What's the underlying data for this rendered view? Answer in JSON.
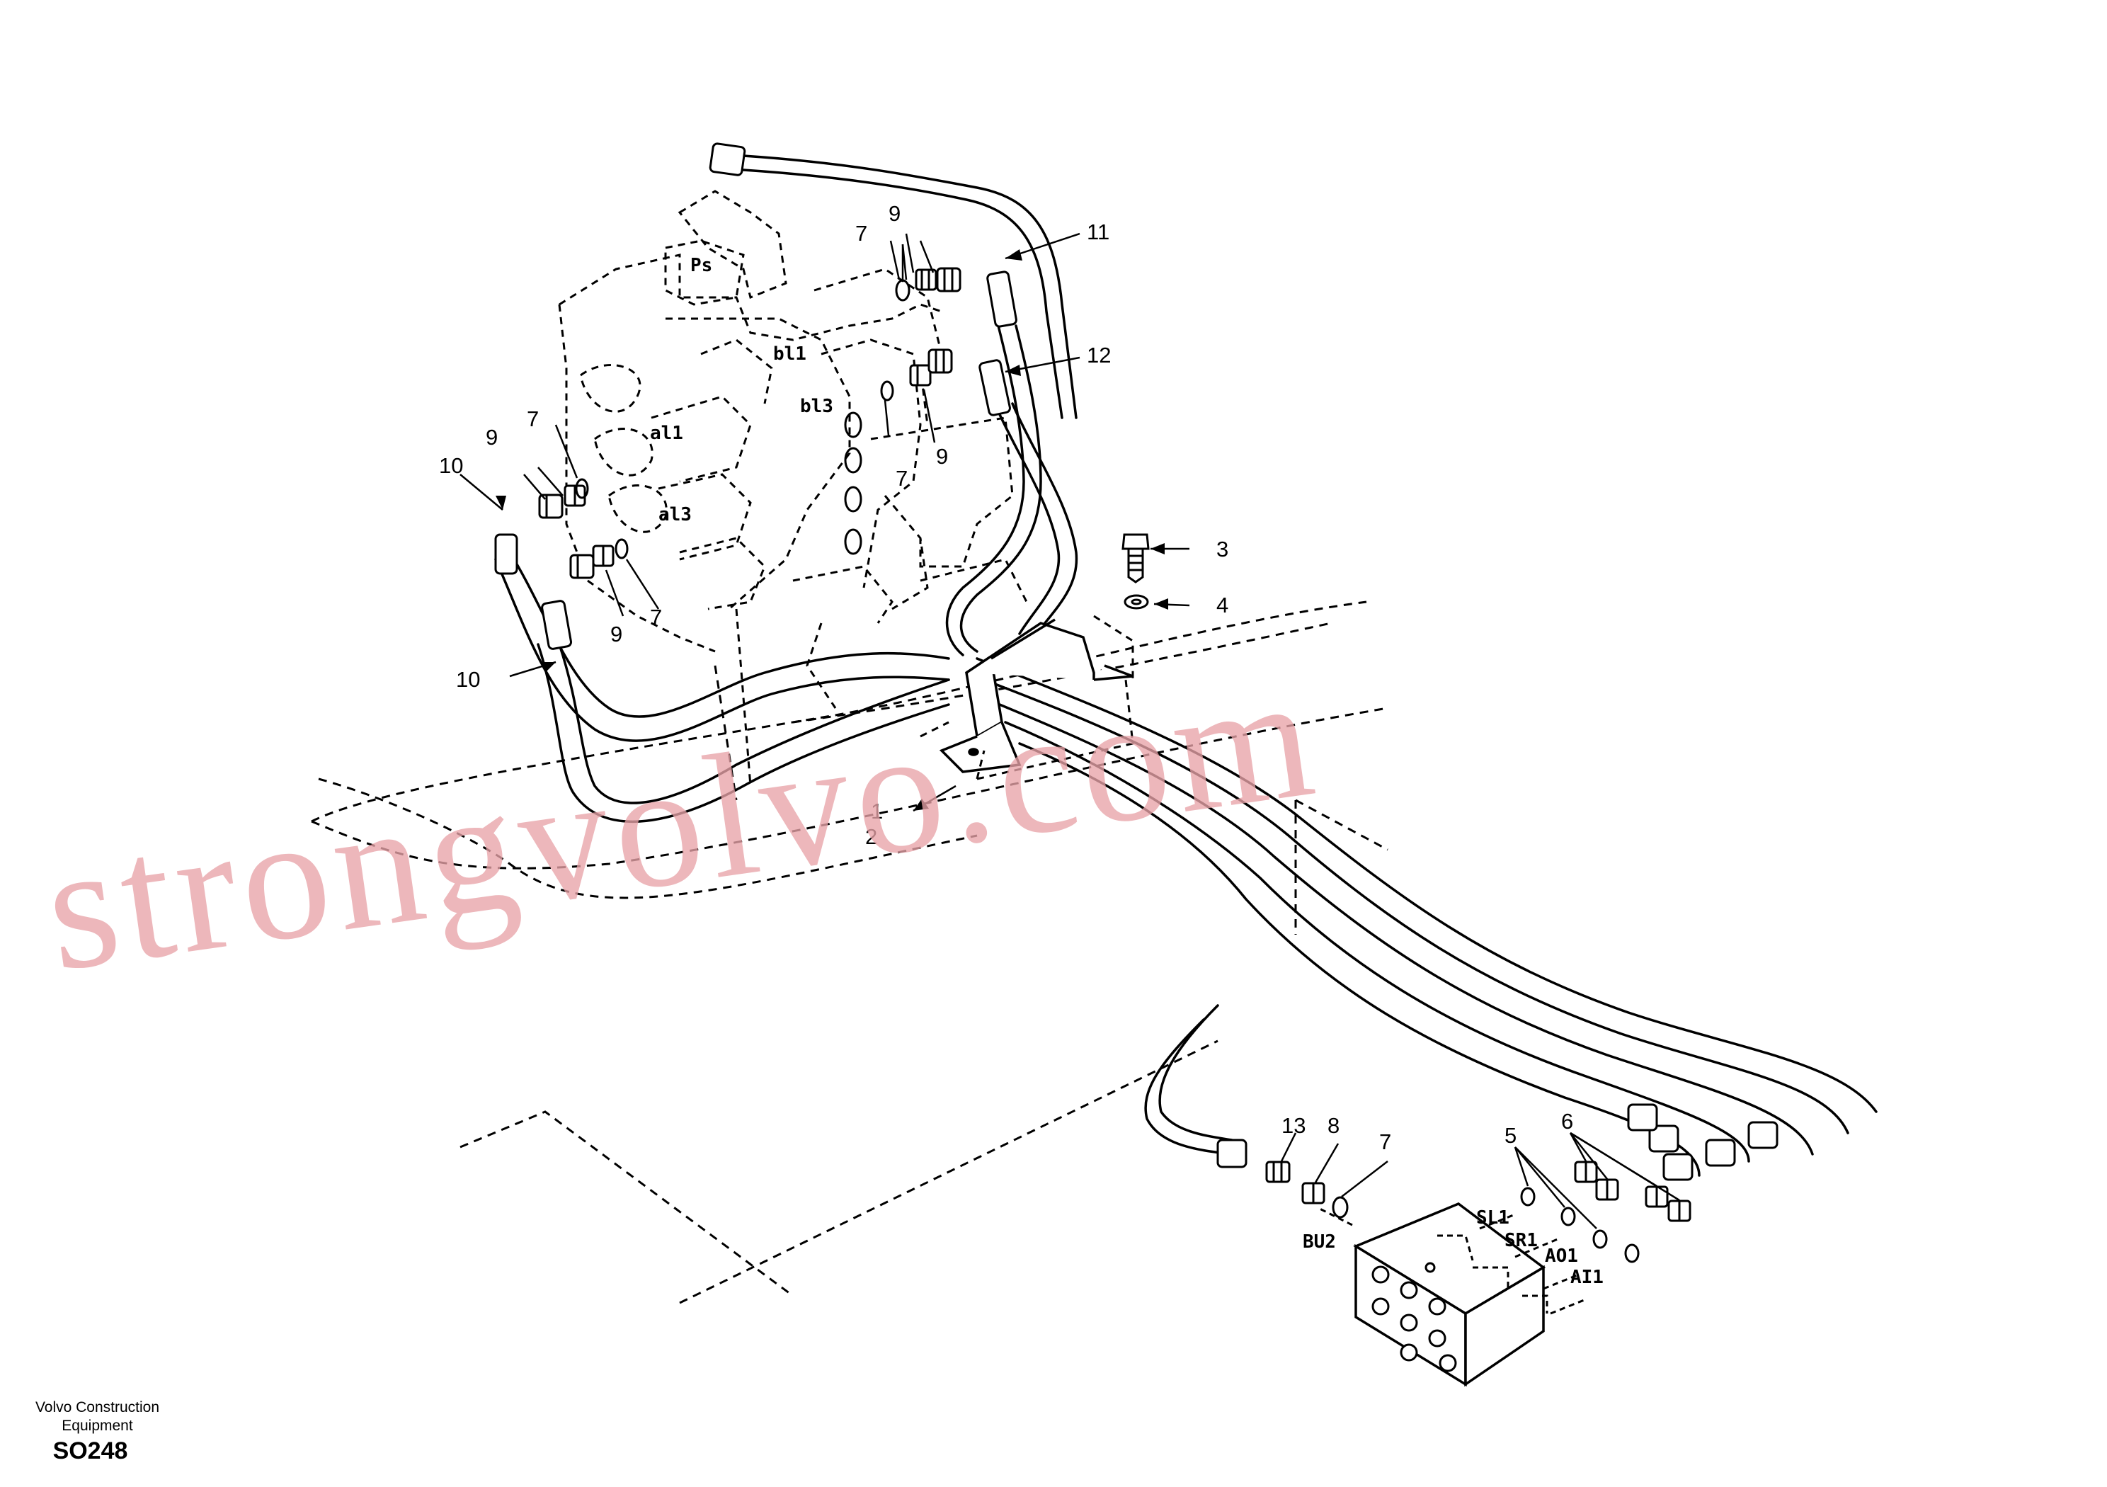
{
  "diagram": {
    "callouts": [
      "1",
      "2",
      "3",
      "4",
      "5",
      "6",
      "7",
      "8",
      "9",
      "10",
      "11",
      "12",
      "13"
    ],
    "ports": {
      "ps": "Ps",
      "bl1": "bl1",
      "bl3": "bl3",
      "al1": "al1",
      "al3": "al3",
      "bu2": "BU2",
      "sl1": "SL1",
      "sr1": "SR1",
      "ao1": "AO1",
      "ai1": "AI1"
    }
  },
  "watermark": "strongvolvo.com",
  "footer": {
    "line1": "Volvo Construction",
    "line2": "Equipment",
    "code": "SO248"
  }
}
